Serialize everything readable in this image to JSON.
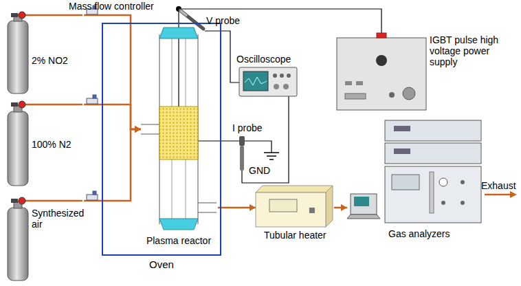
{
  "diagram": {
    "nodes": [
      {
        "text": [
          "2% NO2"
        ]
      },
      {
        "text": [
          "100% N2"
        ]
      },
      {
        "text": [
          "Synthesized air"
        ]
      },
      {
        "text": [
          "Oven"
        ]
      },
      {
        "text": [
          "Plasma reactor"
        ],
        "in": 3
      },
      {
        "text": [
          "Oscilloscope"
        ]
      },
      {
        "text": [
          "IGBT pulse high voltage power supply"
        ]
      },
      {
        "text": [
          "Tubular heater"
        ]
      },
      {
        "text": [
          "Gas analyzers"
        ]
      }
    ],
    "edges": [
      {
        "from": 0,
        "to": 4,
        "arrow": "to"
      },
      {
        "from": 1,
        "to": 4,
        "arrow": "to"
      },
      {
        "from": 2,
        "to": 4,
        "arrow": "to"
      },
      {
        "from": 4,
        "to": 7,
        "arrow": "to"
      },
      {
        "from": 7,
        "to": 8,
        "arrow": "to"
      },
      {
        "from": 6,
        "to": 4,
        "arrow": "none"
      }
    ],
    "labels": [
      "Mass flow controller",
      "V probe",
      "I probe",
      "GND",
      "Exhaust"
    ]
  }
}
